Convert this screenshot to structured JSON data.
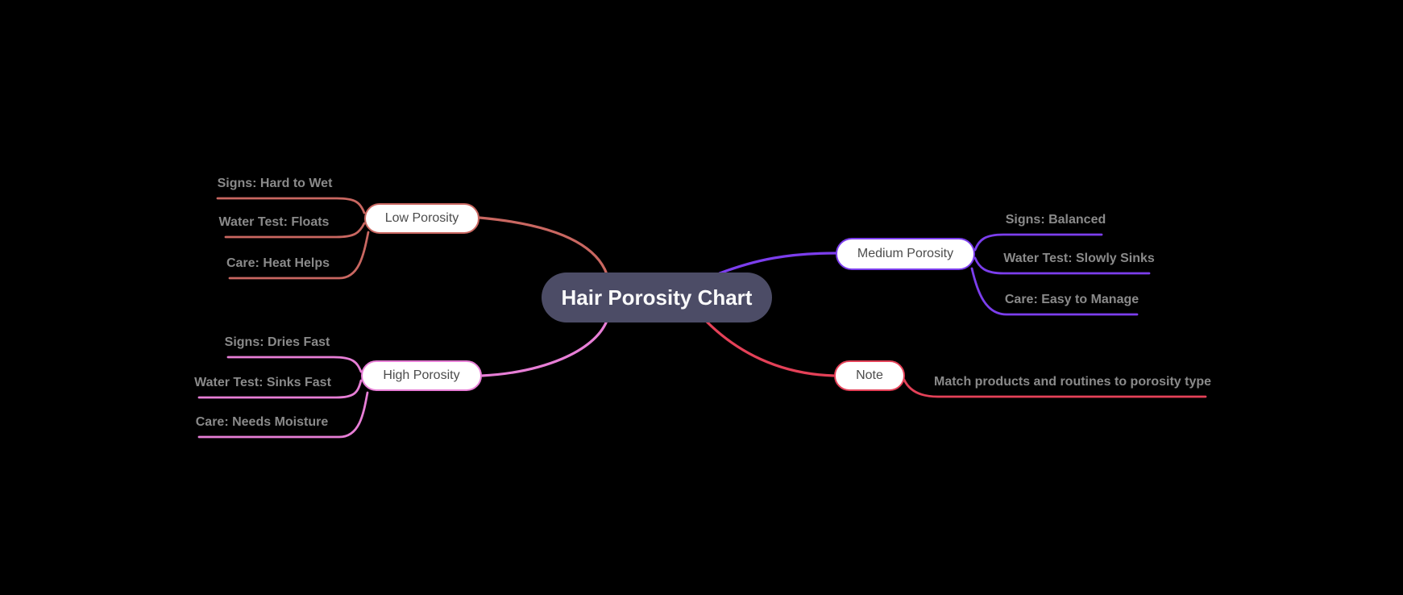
{
  "canvas": {
    "background": "#000000"
  },
  "mindmap": {
    "root": {
      "label": "Hair Porosity Chart",
      "fill": "#4c4c66",
      "text_color": "#fafafa"
    },
    "branches": [
      {
        "id": "low-porosity",
        "label": "Low Porosity",
        "color": "#c96761",
        "side": "left",
        "children": [
          {
            "label": "Signs: Hard to Wet"
          },
          {
            "label": "Water Test: Floats"
          },
          {
            "label": "Care: Heat Helps"
          }
        ]
      },
      {
        "id": "high-porosity",
        "label": "High Porosity",
        "color": "#e77ed6",
        "side": "left",
        "children": [
          {
            "label": "Signs: Dries Fast"
          },
          {
            "label": "Water Test: Sinks Fast"
          },
          {
            "label": "Care: Needs Moisture"
          }
        ]
      },
      {
        "id": "medium-porosity",
        "label": "Medium Porosity",
        "color": "#7c3eed",
        "side": "right",
        "children": [
          {
            "label": "Signs: Balanced"
          },
          {
            "label": "Water Test: Slowly Sinks"
          },
          {
            "label": "Care: Easy to Manage"
          }
        ]
      },
      {
        "id": "note",
        "label": "Note",
        "color": "#e44158",
        "side": "right",
        "children": [
          {
            "label": "Match products and routines to porosity type"
          }
        ]
      }
    ]
  }
}
